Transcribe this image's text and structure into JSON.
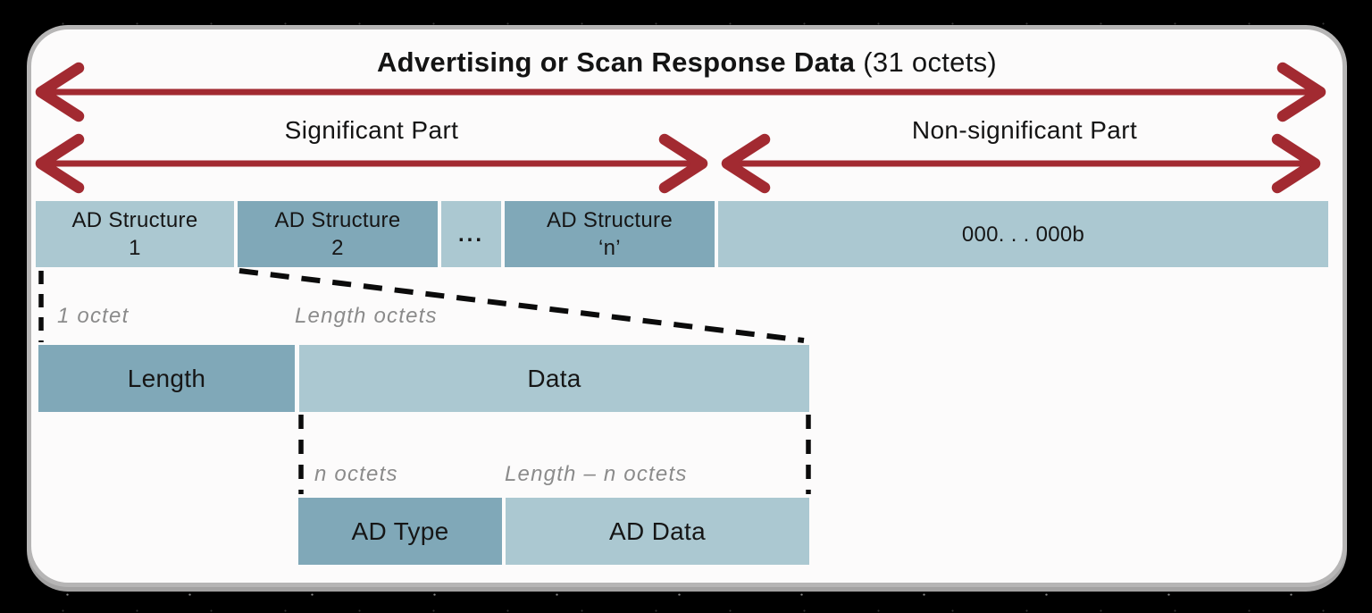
{
  "title": {
    "main": "Advertising or Scan Response Data",
    "suffix": "(31 octets)"
  },
  "section_labels": {
    "significant": "Significant Part",
    "non_significant": "Non-significant Part"
  },
  "packet_row": {
    "cells": [
      {
        "line1": "AD Structure",
        "line2": "1"
      },
      {
        "line1": "AD Structure",
        "line2": "2"
      },
      {
        "line1": "..."
      },
      {
        "line1": "AD Structure",
        "line2": "‘n’"
      },
      {
        "line1": "000. . . 000b"
      }
    ]
  },
  "structure_row": {
    "octet_labels": {
      "length": "1 octet",
      "data": "Length octets"
    },
    "cells": {
      "length": "Length",
      "data": "Data"
    }
  },
  "detail_row": {
    "octet_labels": {
      "type": "n octets",
      "data": "Length – n octets"
    },
    "cells": {
      "type": "AD Type",
      "data": "AD Data"
    }
  },
  "colors": {
    "background": "#000000",
    "card_background": "#fcfbfb",
    "card_border": "#b6b5b5",
    "arrow_red": "#a22a31",
    "box_light_blue": "#abc8d1",
    "box_dark_blue": "#80a8b8",
    "box_text": "#161616",
    "octet_label_gray": "#8b8b8b",
    "dash_black": "#0b0b0b"
  }
}
